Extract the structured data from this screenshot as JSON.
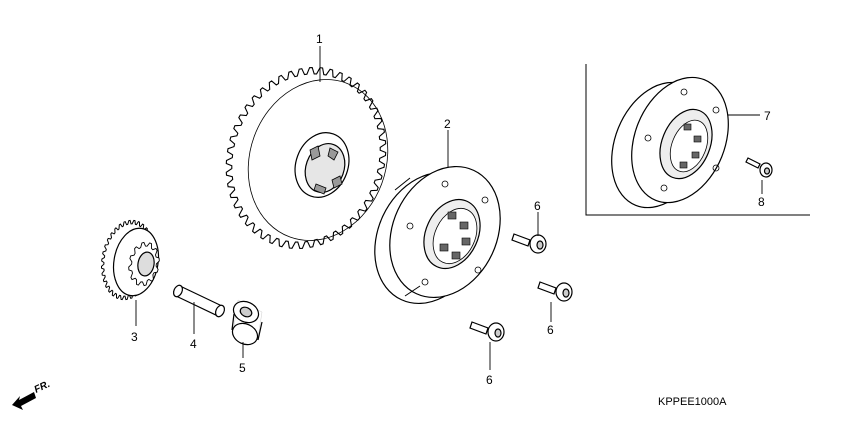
{
  "callouts": {
    "c1": "1",
    "c2": "2",
    "c3": "3",
    "c4": "4",
    "c5": "5",
    "c6a": "6",
    "c6b": "6",
    "c6c": "6",
    "c7": "7",
    "c8": "8"
  },
  "direction_label": "FR.",
  "diagram_code": "KPPEE1000A"
}
